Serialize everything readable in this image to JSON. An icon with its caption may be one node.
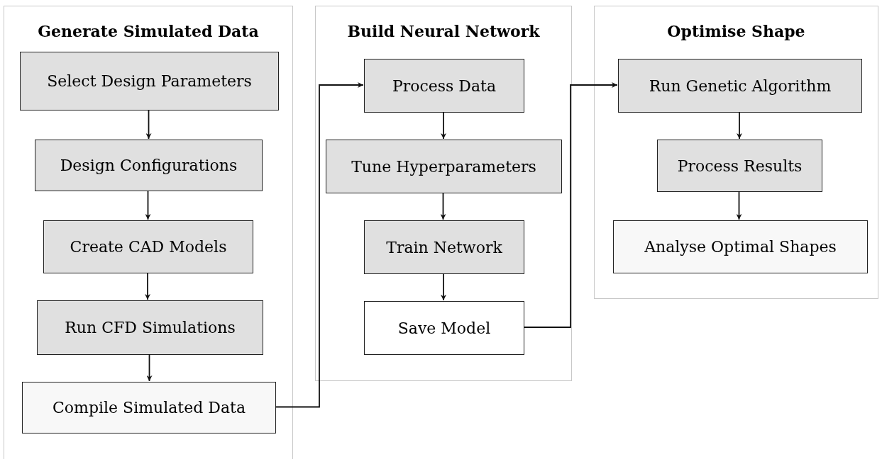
{
  "diagram": {
    "nodes": [
      {
        "text": [
          "Generate Simulated Data"
        ]
      },
      {
        "text": [
          "Select Design Parameters"
        ],
        "in": 0
      },
      {
        "text": [
          "Design Configurations"
        ],
        "in": 0
      },
      {
        "text": [
          "Create CAD Models"
        ],
        "in": 0
      },
      {
        "text": [
          "Run CFD Simulations"
        ],
        "in": 0
      },
      {
        "text": [
          "Compile Simulated Data"
        ],
        "in": 0
      },
      {
        "text": [
          "Build Neural Network"
        ]
      },
      {
        "text": [
          "Process Data"
        ],
        "in": 6
      },
      {
        "text": [
          "Tune Hyperparameters"
        ],
        "in": 6
      },
      {
        "text": [
          "Train Network"
        ],
        "in": 6
      },
      {
        "text": [
          "Save Model"
        ],
        "in": 6
      },
      {
        "text": [
          "Optimise Shape"
        ]
      },
      {
        "text": [
          "Run Genetic Algorithm"
        ],
        "in": 11
      },
      {
        "text": [
          "Process Results"
        ],
        "in": 11
      },
      {
        "text": [
          "Analyse Optimal Shapes"
        ],
        "in": 11
      }
    ],
    "edges": [
      {
        "from": 1,
        "to": 2,
        "arrow": "to"
      },
      {
        "from": 2,
        "to": 3,
        "arrow": "to"
      },
      {
        "from": 3,
        "to": 4,
        "arrow": "to"
      },
      {
        "from": 4,
        "to": 5,
        "arrow": "to"
      },
      {
        "from": 5,
        "to": 7,
        "arrow": "to"
      },
      {
        "from": 7,
        "to": 8,
        "arrow": "to"
      },
      {
        "from": 8,
        "to": 9,
        "arrow": "to"
      },
      {
        "from": 9,
        "to": 10,
        "arrow": "to"
      },
      {
        "from": 10,
        "to": 12,
        "arrow": "to"
      },
      {
        "from": 12,
        "to": 13,
        "arrow": "to"
      },
      {
        "from": 13,
        "to": 14,
        "arrow": "to"
      }
    ]
  }
}
